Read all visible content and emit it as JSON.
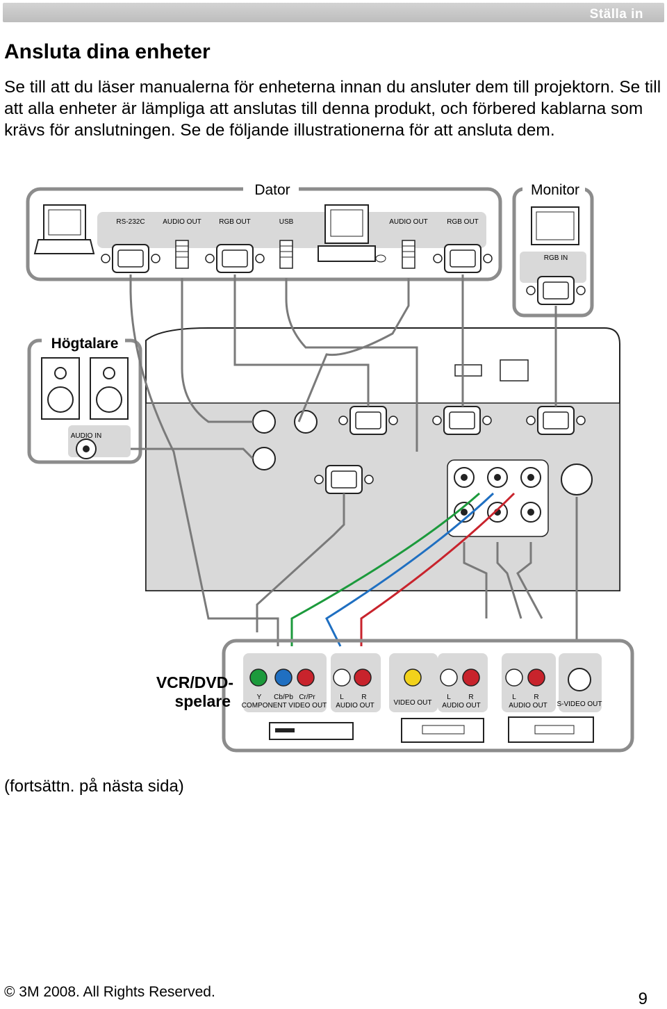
{
  "header": {
    "section": "Ställa in"
  },
  "page": {
    "title": "Ansluta dina enheter",
    "intro": "Se till att du läser manualerna för enheterna innan du ansluter dem till projektorn. Se till att alla enheter är lämpliga att anslutas till denna produkt, och förbered kablarna som krävs för anslutningen. Se de följande illustrationerna för att ansluta dem.",
    "continued": "(fortsättn. på nästa sida)"
  },
  "figure": {
    "computer_label": "Dator",
    "monitor_label": "Monitor",
    "speakers_label": "Högtalare",
    "vcr_label_line1": "VCR/DVD-",
    "vcr_label_line2": "spelare",
    "computer_ports": {
      "rs232c": "RS-232C",
      "audio_out_1": "AUDIO OUT",
      "rgb_out_1": "RGB OUT",
      "usb": "USB",
      "audio_out_2": "AUDIO OUT",
      "rgb_out_2": "RGB OUT"
    },
    "monitor_port": "RGB IN",
    "speakers_port": "AUDIO IN",
    "vcr_ports": {
      "y": "Y",
      "cb_pb": "Cb/Pb",
      "cr_pr": "Cr/Pr",
      "component_video_out": "COMPONENT VIDEO OUT",
      "audio_l_1": "L",
      "audio_r_1": "R",
      "audio_out_1": "AUDIO OUT",
      "video_out": "VIDEO OUT",
      "audio_l_2": "L",
      "audio_r_2": "R",
      "audio_out_2": "AUDIO OUT",
      "audio_l_3": "L",
      "audio_r_3": "R",
      "audio_out_3": "AUDIO OUT",
      "s_video_out": "S-VIDEO OUT"
    },
    "colors": {
      "green": "#1c9a3c",
      "blue": "#1f6fc1",
      "red": "#c8232c",
      "yellow": "#f2d21b",
      "panel": "#d9d9d9",
      "panel_edge": "#8c8c8c"
    }
  },
  "footer": {
    "copyright": "© 3M 2008.  All Rights Reserved.",
    "page_number": "9"
  }
}
